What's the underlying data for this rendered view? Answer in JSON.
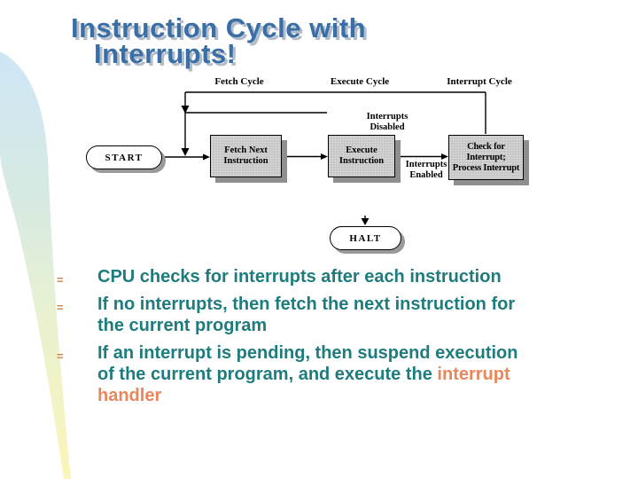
{
  "slide": {
    "title": {
      "line1": "Instruction Cycle with",
      "line2": "Interrupts!"
    }
  },
  "diagram": {
    "cycle_labels": {
      "fetch": "Fetch Cycle",
      "execute": "Execute Cycle",
      "interrupt": "Interrupt Cycle"
    },
    "start_label": "START",
    "halt_label": "HALT",
    "boxes": {
      "fetch": {
        "line1": "Fetch Next",
        "line2": "Instruction"
      },
      "execute": {
        "line1": "Execute",
        "line2": "Instruction"
      },
      "check": {
        "line1": "Check for",
        "line2": "Interrupt;",
        "line3": "Process Interrupt"
      }
    },
    "path_labels": {
      "disabled": {
        "line1": "Interrupts",
        "line2": "Disabled"
      },
      "enabled": {
        "line1": "Interrupts",
        "line2": "Enabled"
      }
    }
  },
  "bullets": {
    "marker": "=",
    "items": [
      {
        "line1": "CPU checks for interrupts after each instruction"
      },
      {
        "line1": "If no interrupts, then fetch the next instruction for",
        "line2": "the current program"
      },
      {
        "line1": "If an interrupt is pending, then suspend execution",
        "line2_main": "of the current program, and execute the ",
        "line2_highlight": "interrupt",
        "line3_highlight": "handler"
      }
    ]
  },
  "colors": {
    "title_blue": "#3a6ea6",
    "title_shadow": "#b3bdca",
    "body_teal": "#1e7c7e",
    "highlight_orange": "#e8875a",
    "bullet_marker_orange": "#c8854f",
    "box_gray": "#c6c6c6",
    "swoosh_top_blue": "#cfe6f6",
    "swoosh_bottom_yellow": "#fbf5ba"
  }
}
